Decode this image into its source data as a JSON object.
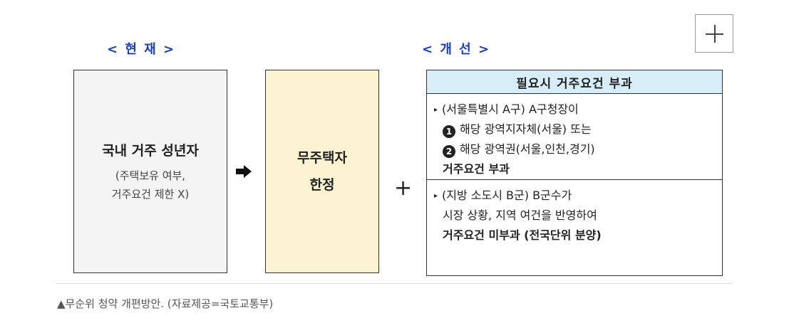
{
  "labels": {
    "current": "< 현 재 >",
    "improved": "< 개 선 >"
  },
  "box_current": {
    "title": "국내 거주 성년자",
    "note_line1": "(주택보유 여부,",
    "note_line2": "거주요건 제한 X)"
  },
  "box_limit": {
    "line1": "무주택자",
    "line2": "한정"
  },
  "plus_sign": "+",
  "panel": {
    "header": "필요시 거주요건 부과",
    "section1": {
      "title": "(서울특별시 A구) A구청장이",
      "item1_num": "1",
      "item1_text": "해당 광역지자체(서울) 또는",
      "item2_num": "2",
      "item2_text": "해당 광역권(서울,인천,경기)",
      "result": "거주요건 부과"
    },
    "section2": {
      "title": "(지방 소도시 B군) B군수가",
      "line2": "시장 상황, 지역 여건을 반영하여",
      "result": "거주요건 미부과 (전국단위 분양)"
    }
  },
  "caption": "▲무순위 청약 개편방안. (자료제공=국토교통부)",
  "icons": {
    "arrow": "arrow-right-icon",
    "zoom": "plus-icon",
    "bullet": "triangle-bullet-icon"
  },
  "colors": {
    "heading": "#1a3fb8",
    "box_current_bg": "#f4f4f4",
    "box_limit_bg": "#fbf3d2",
    "panel_header_bg": "#d7eef8"
  }
}
